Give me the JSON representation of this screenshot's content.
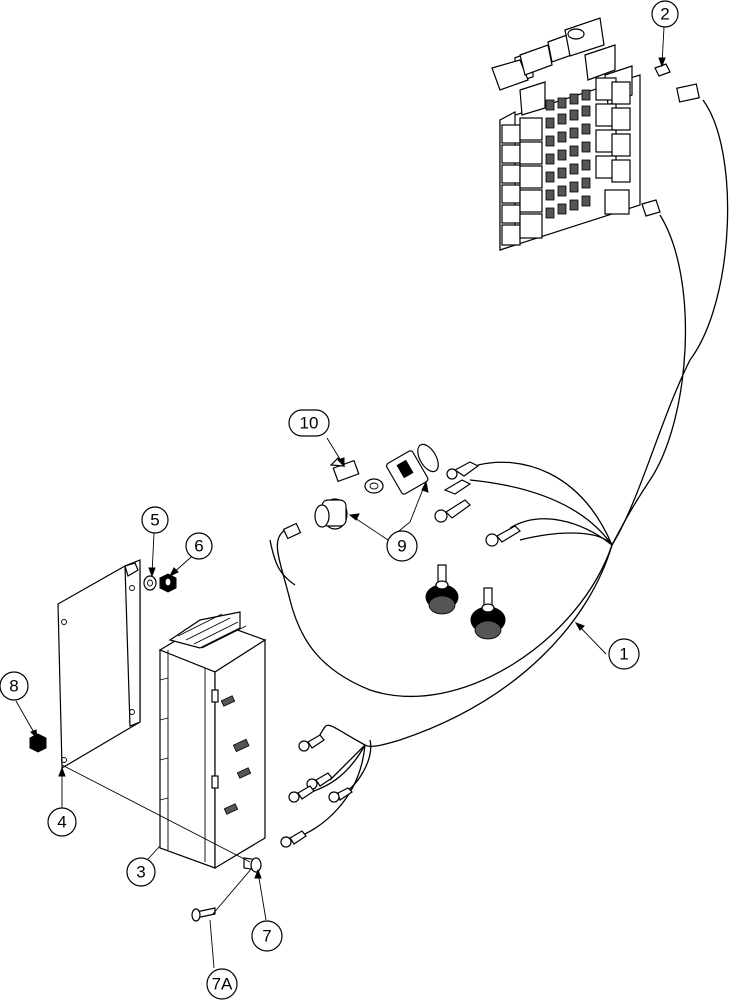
{
  "callouts": {
    "c1": "1",
    "c2": "2",
    "c3": "3",
    "c4": "4",
    "c5": "5",
    "c6": "6",
    "c7": "7",
    "c7a": "7A",
    "c8": "8",
    "c9": "9",
    "c10": "10"
  }
}
